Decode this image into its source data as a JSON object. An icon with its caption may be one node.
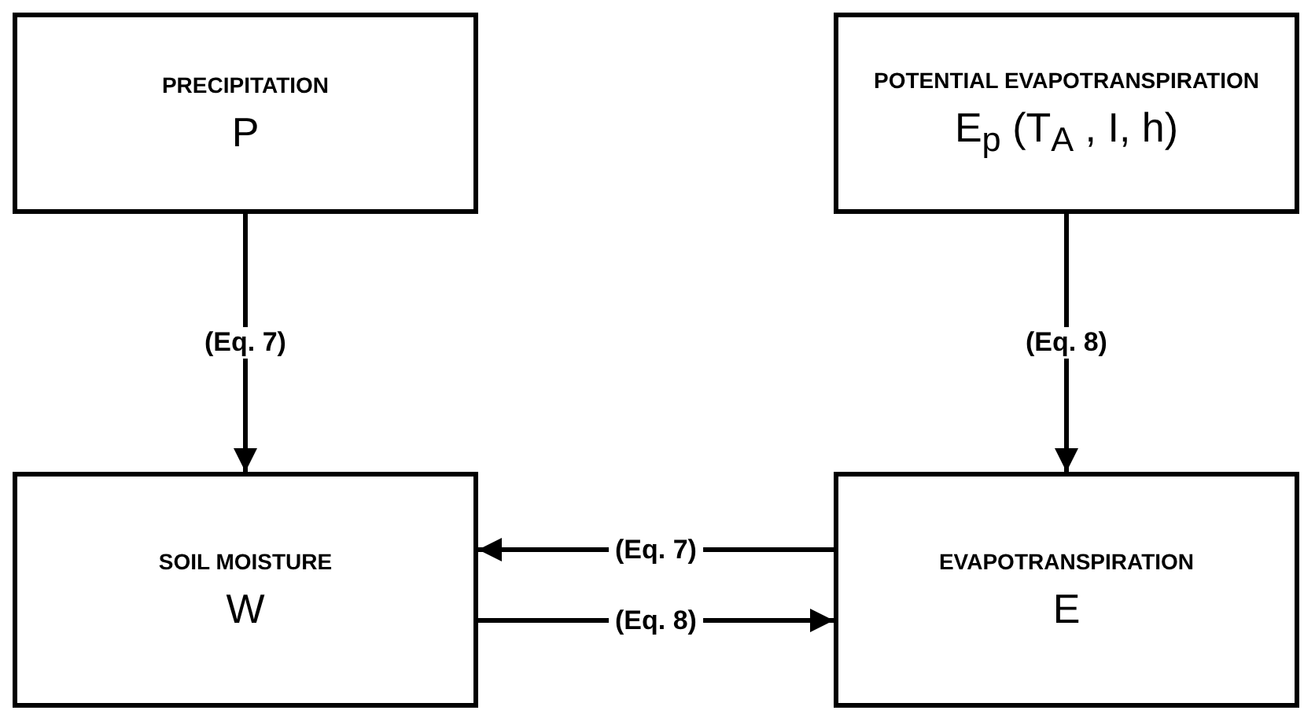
{
  "diagram": {
    "nodes": [
      {
        "text": [
          "PRECIPITATION",
          "P"
        ]
      },
      {
        "text": [
          "POTENTIAL EVAPOTRANSPIRATION",
          "E$_{p}$ (T$_{A}$ , I, h)"
        ]
      },
      {
        "text": [
          "SOIL MOISTURE",
          "W"
        ]
      },
      {
        "text": [
          "EVAPOTRANSPIRATION",
          "E"
        ]
      }
    ],
    "edges": [
      {
        "from": 0,
        "to": 2,
        "arrow": "to",
        "label": "(Eq. 7)"
      },
      {
        "from": 1,
        "to": 3,
        "arrow": "to",
        "label": "(Eq. 8)"
      },
      {
        "from": 3,
        "to": 2,
        "arrow": "to",
        "label": "(Eq. 7)"
      },
      {
        "from": 2,
        "to": 3,
        "arrow": "to",
        "label": "(Eq. 8)"
      }
    ]
  }
}
